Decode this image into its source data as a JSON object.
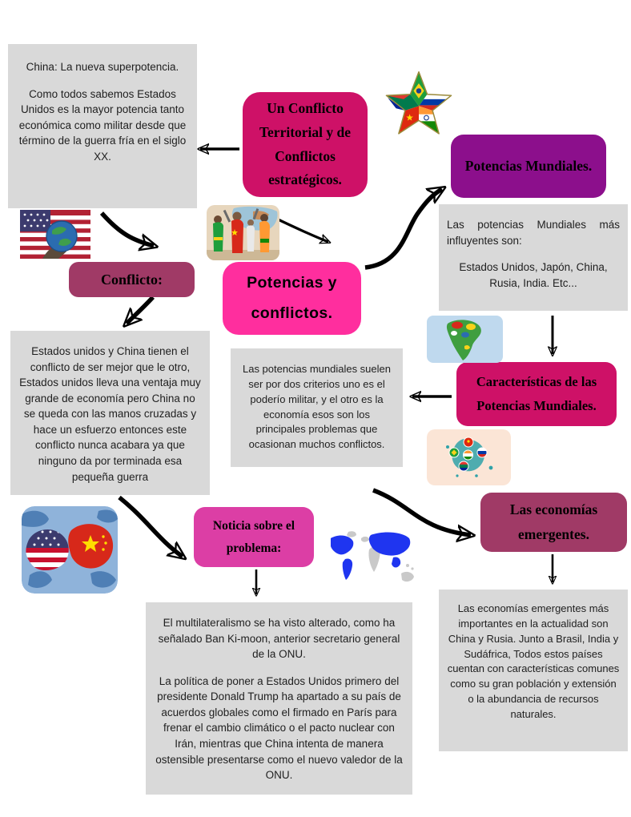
{
  "title": "Potencias y conflictos.",
  "nodes": {
    "china_note": {
      "title": "China: La nueva superpotencia.",
      "body": "Como todos sabemos Estados Unidos es la mayor potencia tanto económica como militar desde que término de la guerra fría en el siglo XX."
    },
    "un_conflicto": {
      "label": "Un Conflicto Territorial y de Conflictos estratégicos."
    },
    "potencias_mundiales": {
      "label": "Potencias Mundiales."
    },
    "influyentes": {
      "intro": "Las potencias Mundiales más influyentes son:",
      "list": "Estados Unidos, Japón, China, Rusia, India. Etc..."
    },
    "conflicto": {
      "label": "Conflicto:"
    },
    "potencias_y_conflictos": {
      "label": "Potencias y conflictos."
    },
    "conflicto_detalle": {
      "body": "Estados unidos y China tienen el conflicto de ser mejor que le otro, Estados unidos lleva una ventaja muy grande de economía pero China no se queda con las manos cruzadas y hace un esfuerzo entonces este conflicto nunca acabara ya que ninguno da por terminada esa pequeña guerra"
    },
    "criterios": {
      "body": "Las potencias mundiales suelen ser por dos criterios uno es el poderío militar, y el otro es la economía esos son los principales problemas que ocasionan muchos conflictos."
    },
    "caracteristicas": {
      "label": "Características de las Potencias Mundiales."
    },
    "economias": {
      "label": "Las economías emergentes."
    },
    "noticia": {
      "label": "Noticia sobre el problema:"
    },
    "noticia_detalle": {
      "p1": "El multilateralismo se ha visto alterado, como ha señalado Ban Ki-moon, anterior secretario general de la ONU.",
      "p2": "La política de poner a Estados Unidos primero del presidente Donald Trump ha apartado a su país de acuerdos globales como el firmado en París para frenar el cambio climático o el pacto nuclear con Irán, mientras que China intenta de manera ostensible presentarse como el nuevo valedor de la ONU."
    },
    "economias_detalle": {
      "body": "Las economías emergentes más importantes en la actualidad son China y Rusia. Junto a Brasil, India y Sudáfrica, Todos estos países cuentan con características comunes como su gran población y extensión o la abundancia de recursos naturales."
    }
  },
  "images": {
    "brics_star": "brics-flags-star",
    "us_flag_globe": "us-flag-hand-globe",
    "china_painting": "people-painting-world-map",
    "south_america": "south-america-flags-map",
    "brics_circle": "brics-round-flags",
    "us_china_fists": "us-china-fists-clash",
    "world_map": "world-map-blue-countries"
  },
  "colors": {
    "deep_pink": "#ce1167",
    "purple": "#8c0f8c",
    "plum": "#a03a66",
    "hot_pink": "#ff2e9e",
    "medium_pink": "#dc3ea5",
    "box_gray": "#d9d9d9",
    "arrow": "#000000"
  }
}
